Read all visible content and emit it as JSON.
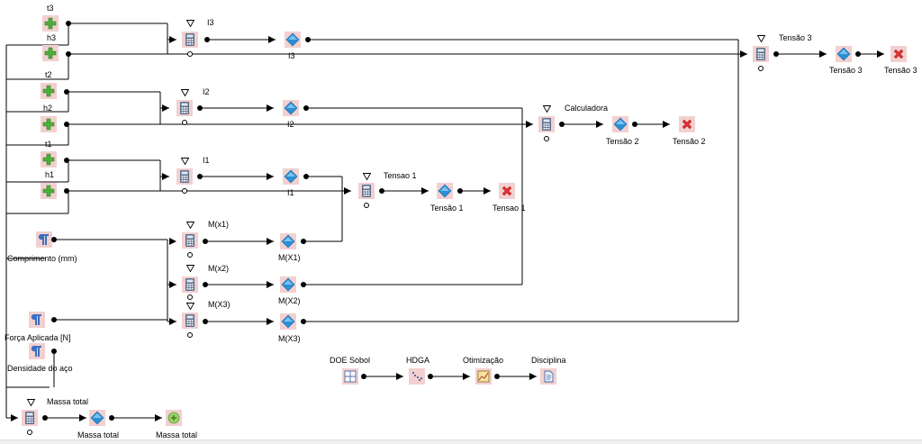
{
  "labels": {
    "t3": "t3",
    "h3": "h3",
    "t2": "t2",
    "h2": "h2",
    "t1": "t1",
    "h1": "h1",
    "I3_top": "I3",
    "I3_bot": "I3",
    "I2_top": "I2",
    "I2_bot": "I2",
    "I1_top": "I1",
    "I1_bot": "I1",
    "calc": "Calculadora",
    "tensao3_top": "Tensão 3",
    "tensao3_mid": "Tensão 3",
    "tensao3_end": "Tensão 3",
    "tensao2_mid": "Tensão 2",
    "tensao2_end": "Tensão 2",
    "tensao1_top": "Tensao 1",
    "tensao1_mid": "Tensão 1",
    "tensao1_end": "Tensao 1",
    "mx1_top": "M(x1)",
    "mx1_bot": "M(X1)",
    "mx2_top": "M(x2)",
    "mx2_bot": "M(X2)",
    "mx3_top": "M(X3)",
    "mx3_bot": "M(X3)",
    "comprimento": "Comprimento (mm)",
    "forca": "Força Aplicada [N]",
    "densidade": "Densidade do aço",
    "massa_top": "Massa total",
    "massa_mid": "Massa total",
    "massa_end": "Massa total",
    "doe": "DOE Sobol",
    "hdga": "HDGA",
    "otimizacao": "Otimização",
    "disciplina": "Disciplina"
  },
  "colors": {
    "node_bg": "#f2d0d0",
    "plus_green": "#4caf3a",
    "diamond_blue": "#2a8fd6",
    "cross_red": "#e03030",
    "calc_gray": "#5a6e8a",
    "param_blue": "#3a6fc4",
    "wire": "#000000"
  },
  "icons": {
    "input": "plus-icon",
    "calculator": "calculator-icon",
    "output": "diamond-icon",
    "constraint": "cross-icon",
    "objective": "target-icon",
    "parameter": "parameter-icon",
    "doe": "grid-icon",
    "optimizer": "scatter-icon",
    "optimization": "chart-icon",
    "discipline": "document-icon"
  }
}
